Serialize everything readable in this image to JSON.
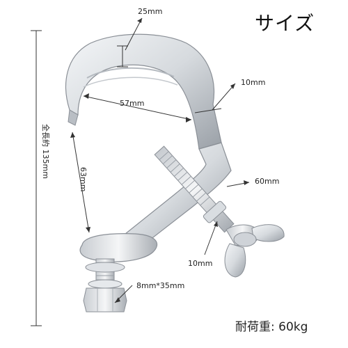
{
  "title": "サイズ",
  "dimensions": {
    "top_thickness": "25mm",
    "inner_width": "57mm",
    "side_thickness": "10mm",
    "bolt_length": "60mm",
    "bolt_diameter": "10mm",
    "lower_span": "63mm",
    "base_bolt": "8mm*35mm",
    "total_length": "全長約 135mm"
  },
  "load_capacity": "耐荷重:  60kg",
  "colors": {
    "metal_light": "#e8ebef",
    "metal_dark": "#8a8f96",
    "line": "#333333"
  },
  "icons": [
    "hook-clamp-image",
    "wing-nut-icon",
    "hex-nut-icon"
  ]
}
